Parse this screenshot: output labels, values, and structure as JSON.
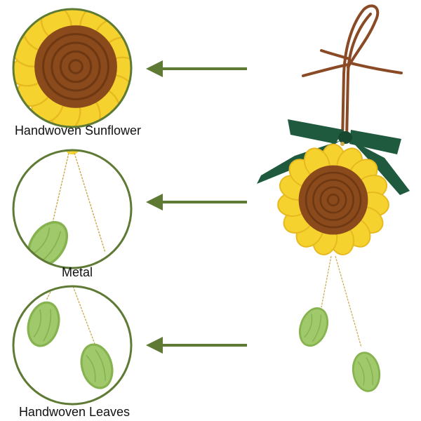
{
  "callouts": [
    {
      "id": "sunflower",
      "label": "Handwoven Sunflower"
    },
    {
      "id": "metal",
      "label": "Metal"
    },
    {
      "id": "leaves",
      "label": "Handwoven Leaves"
    }
  ],
  "colors": {
    "circle_border": "#5f7a35",
    "arrow": "#5f7a35",
    "petal": "#f5d22e",
    "petal_shade": "#e6b920",
    "center": "#8a4a1c",
    "center_ring": "#6e3812",
    "leaf": "#9fc96a",
    "leaf_edge": "#86b24f",
    "ribbon": "#1f5a3e",
    "cord": "#8a4a25",
    "chain": "#c9a94a"
  },
  "icons": [
    "arrow-left-icon",
    "arrow-left-icon",
    "arrow-left-icon"
  ]
}
